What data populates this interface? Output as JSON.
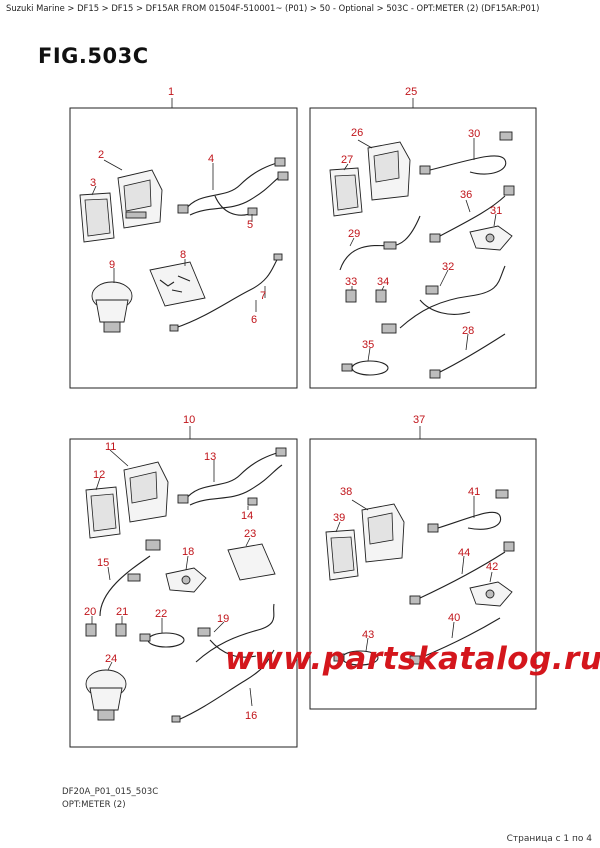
{
  "breadcrumb": "Suzuki Marine > DF15 > DF15 > DF15AR FROM 01504F-510001~ (P01) > 50 - Optional > 503C - OPT:METER (2) (DF15AR:P01)",
  "figure_title": "FIG.503C",
  "footer": {
    "code": "DF20A_P01_015_503C",
    "subtitle": "OPT:METER (2)",
    "page_info": "Страница с 1 по 4"
  },
  "watermark": "www.partskatalog.ru",
  "colors": {
    "callout": "#c0141a",
    "watermark": "#d4161c",
    "lines": "#222222"
  },
  "panels": {
    "top_left": {
      "number": "1"
    },
    "top_right": {
      "number": "25"
    },
    "bottom_left": {
      "number": "10"
    },
    "bottom_right": {
      "number": "37"
    }
  },
  "callouts": {
    "c2": "2",
    "c3": "3",
    "c4": "4",
    "c5": "5",
    "c6": "6",
    "c7": "7",
    "c8": "8",
    "c9": "9",
    "c26": "26",
    "c27": "27",
    "c28": "28",
    "c29": "29",
    "c30": "30",
    "c31": "31",
    "c32": "32",
    "c33": "33",
    "c34": "34",
    "c35": "35",
    "c36": "36",
    "c11": "11",
    "c12": "12",
    "c13": "13",
    "c14": "14",
    "c15": "15",
    "c16": "16",
    "c18": "18",
    "c19": "19",
    "c20": "20",
    "c21": "21",
    "c22": "22",
    "c23": "23",
    "c24": "24",
    "c38": "38",
    "c39": "39",
    "c40": "40",
    "c41": "41",
    "c42": "42",
    "c43": "43",
    "c44": "44"
  }
}
